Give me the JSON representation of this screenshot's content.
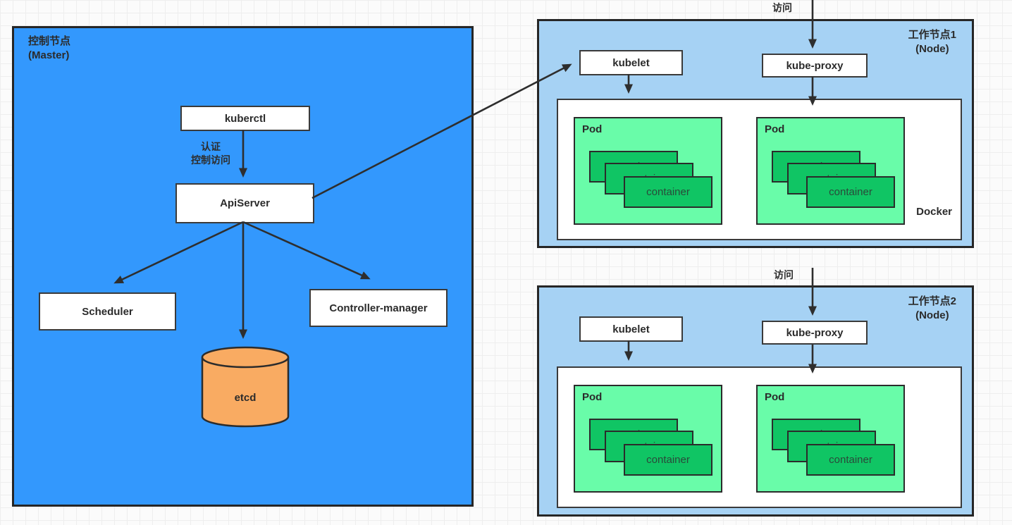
{
  "master": {
    "title_line1": "控制节点",
    "title_line2": "(Master)",
    "kuberctl_label": "kuberctl",
    "auth_line1": "认证",
    "auth_line2": "控制访问",
    "apiserver_label": "ApiServer",
    "scheduler_label": "Scheduler",
    "controller_manager_label": "Controller-manager",
    "etcd_label": "etcd"
  },
  "nodes": [
    {
      "title_line1": "工作节点1",
      "title_line2": "(Node)",
      "access_label": "访问",
      "kubelet_label": "kubelet",
      "kube_proxy_label": "kube-proxy",
      "docker_label": "Docker",
      "pods": [
        {
          "label": "Pod",
          "containers": [
            "container",
            "container",
            "container"
          ]
        },
        {
          "label": "Pod",
          "containers": [
            "container",
            "container",
            "container"
          ]
        }
      ]
    },
    {
      "title_line1": "工作节点2",
      "title_line2": "(Node)",
      "access_label": "访问",
      "kubelet_label": "kubelet",
      "kube_proxy_label": "kube-proxy",
      "docker_label": "",
      "pods": [
        {
          "label": "Pod",
          "containers": [
            "container",
            "container",
            "container"
          ]
        },
        {
          "label": "Pod",
          "containers": [
            "container",
            "container",
            "container"
          ]
        }
      ]
    }
  ],
  "colors": {
    "master_fill": "#3398fd",
    "node_fill": "#a6d2f4",
    "pod_fill": "#69fca9",
    "container_fill": "#10c564",
    "etcd_fill": "#f9ab62",
    "box_fill": "#ffffff",
    "border_dark": "#2b2b2b",
    "arrow": "#2e2e2e"
  }
}
